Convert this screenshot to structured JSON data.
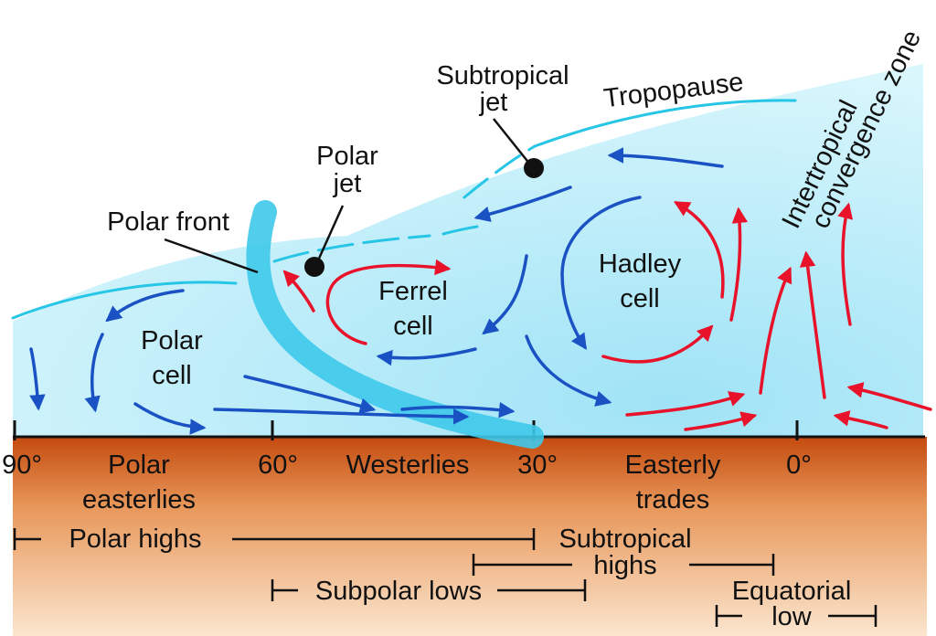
{
  "diagram": {
    "labels": {
      "subtropical_jet_1": "Subtropical",
      "subtropical_jet_2": "jet",
      "tropopause": "Tropopause",
      "itcz_1": "Intertropical",
      "itcz_2": "convergence zone",
      "polar_jet_1": "Polar",
      "polar_jet_2": "jet",
      "polar_front": "Polar front",
      "ferrel_1": "Ferrel",
      "ferrel_2": "cell",
      "hadley_1": "Hadley",
      "hadley_2": "cell",
      "polar_cell_1": "Polar",
      "polar_cell_2": "cell"
    },
    "latitudes": [
      "90°",
      "60°",
      "30°",
      "0°"
    ],
    "winds": {
      "polar_easterlies_1": "Polar",
      "polar_easterlies_2": "easterlies",
      "westerlies": "Westerlies",
      "easterly_trades_1": "Easterly",
      "easterly_trades_2": "trades"
    },
    "pressure": {
      "polar_highs": "Polar highs",
      "subtropical_highs_1": "Subtropical",
      "subtropical_highs_2": "highs",
      "subpolar_lows": "Subpolar lows",
      "equatorial_low_1": "Equatorial",
      "equatorial_low_2": "low"
    },
    "colors": {
      "atmosphere": "#b6ecf8",
      "tropopause": "#27c6e6",
      "cold_air": "#1a52c4",
      "warm_air": "#e8132a",
      "ground_top": "#c44a0e",
      "ground_bottom": "#fbe6cf"
    }
  }
}
